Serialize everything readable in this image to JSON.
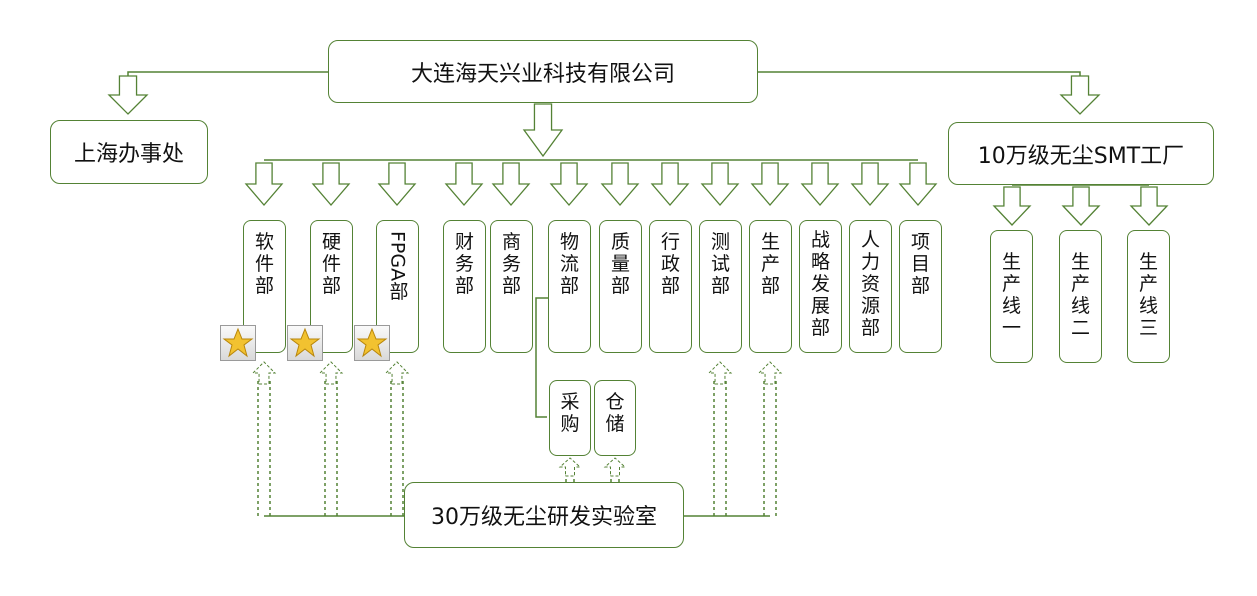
{
  "company": "大连海天兴业科技有限公司",
  "shanghai_office": "上海办事处",
  "factory": "10万级无尘SMT工厂",
  "lab": "30万级无尘研发实验室",
  "departments": [
    {
      "id": "software",
      "label": "软件部"
    },
    {
      "id": "hardware",
      "label": "硬件部"
    },
    {
      "id": "fpga",
      "label": "FPGA部"
    },
    {
      "id": "finance",
      "label": "财务部"
    },
    {
      "id": "business",
      "label": "商务部"
    },
    {
      "id": "logistics",
      "label": "物流部"
    },
    {
      "id": "quality",
      "label": "质量部"
    },
    {
      "id": "admin",
      "label": "行政部"
    },
    {
      "id": "testing",
      "label": "测试部"
    },
    {
      "id": "production",
      "label": "生产部"
    },
    {
      "id": "strategy",
      "label": "战略发展部"
    },
    {
      "id": "hr",
      "label": "人力资源部"
    },
    {
      "id": "project",
      "label": "项目部"
    }
  ],
  "sub_departments": [
    {
      "id": "purchasing",
      "label": "采购"
    },
    {
      "id": "warehouse",
      "label": "仓储"
    }
  ],
  "production_lines": [
    {
      "id": "line1",
      "label": "生产线一"
    },
    {
      "id": "line2",
      "label": "生产线二"
    },
    {
      "id": "line3",
      "label": "生产线三"
    }
  ],
  "colors": {
    "border": "#548235",
    "line": "#548235",
    "star": "#f2c230"
  },
  "icons": {
    "star": "star-icon"
  }
}
